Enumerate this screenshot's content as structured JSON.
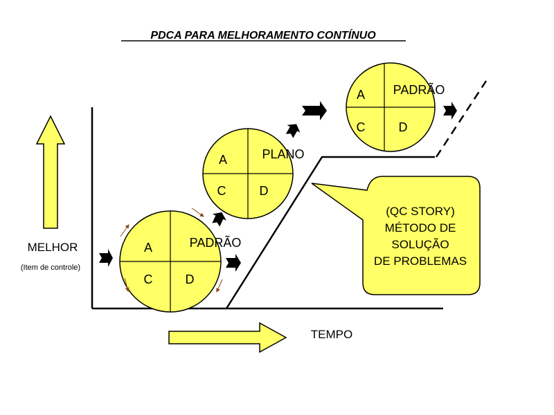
{
  "title": "PDCA PARA MELHORAMENTO CONTÍNUO",
  "y_axis": {
    "label": "MELHOR",
    "sublabel": "(Item de controle)"
  },
  "x_axis": {
    "label": "TEMPO"
  },
  "cycles": [
    {
      "a": "A",
      "b": "PADRÃO",
      "c": "C",
      "d": "D"
    },
    {
      "a": "A",
      "b": "PLANO",
      "c": "C",
      "d": "D"
    },
    {
      "a": "A",
      "b": "PADRÃO",
      "c": "C",
      "d": "D"
    }
  ],
  "callout": {
    "lines": [
      "(QC STORY)",
      "MÉTODO DE",
      "SOLUÇÃO",
      "DE PROBLEMAS"
    ]
  },
  "colors": {
    "fill": "#ffff66",
    "stroke": "#000000",
    "arrow": "#000000",
    "small_arrow": "#8b4513"
  }
}
